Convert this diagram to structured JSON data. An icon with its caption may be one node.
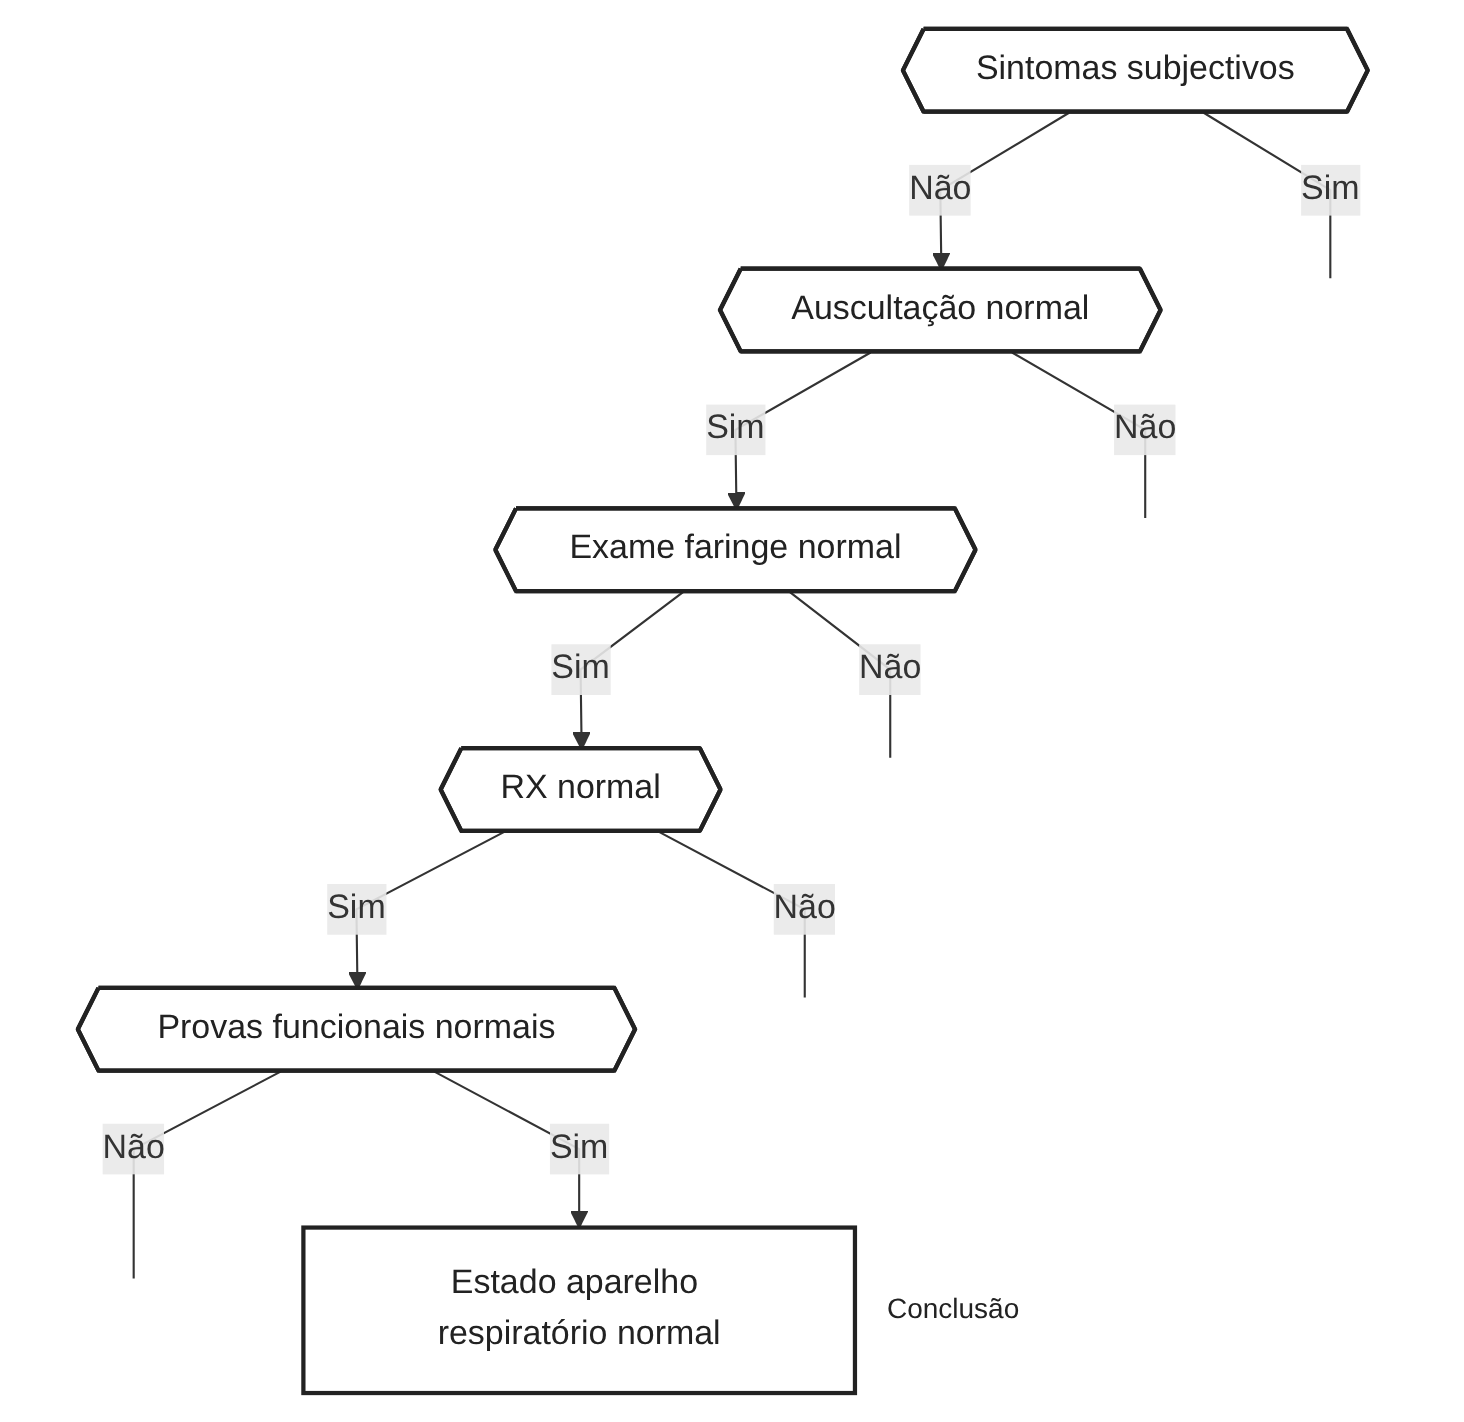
{
  "diagram": {
    "nodes": [
      {
        "text": [
          "Sintomas subjectivos"
        ]
      },
      {
        "text": [
          "Auscultação normal"
        ]
      },
      {
        "text": [
          "Exame faringe normal"
        ]
      },
      {
        "text": [
          "RX normal"
        ]
      },
      {
        "text": [
          "Provas funcionais normais"
        ]
      },
      {
        "text": [
          "Estado aparelho respiratório normal"
        ],
        "beside": [
          "Conclusão"
        ]
      }
    ],
    "edges": [
      {
        "from": 0,
        "to": null,
        "arrow": "none",
        "label": "Sim"
      },
      {
        "from": 0,
        "to": 1,
        "arrow": "to",
        "label": "Não"
      },
      {
        "from": 1,
        "to": null,
        "arrow": "none",
        "label": "Não"
      },
      {
        "from": 1,
        "to": 2,
        "arrow": "to",
        "label": "Sim"
      },
      {
        "from": 2,
        "to": null,
        "arrow": "none",
        "label": "Não"
      },
      {
        "from": 2,
        "to": 3,
        "arrow": "to",
        "label": "Sim"
      },
      {
        "from": 3,
        "to": null,
        "arrow": "none",
        "label": "Não"
      },
      {
        "from": 3,
        "to": 4,
        "arrow": "to",
        "label": "Sim"
      },
      {
        "from": 4,
        "to": null,
        "arrow": "none",
        "label": "Não"
      },
      {
        "from": 4,
        "to": 5,
        "arrow": "to",
        "label": "Sim"
      }
    ]
  }
}
